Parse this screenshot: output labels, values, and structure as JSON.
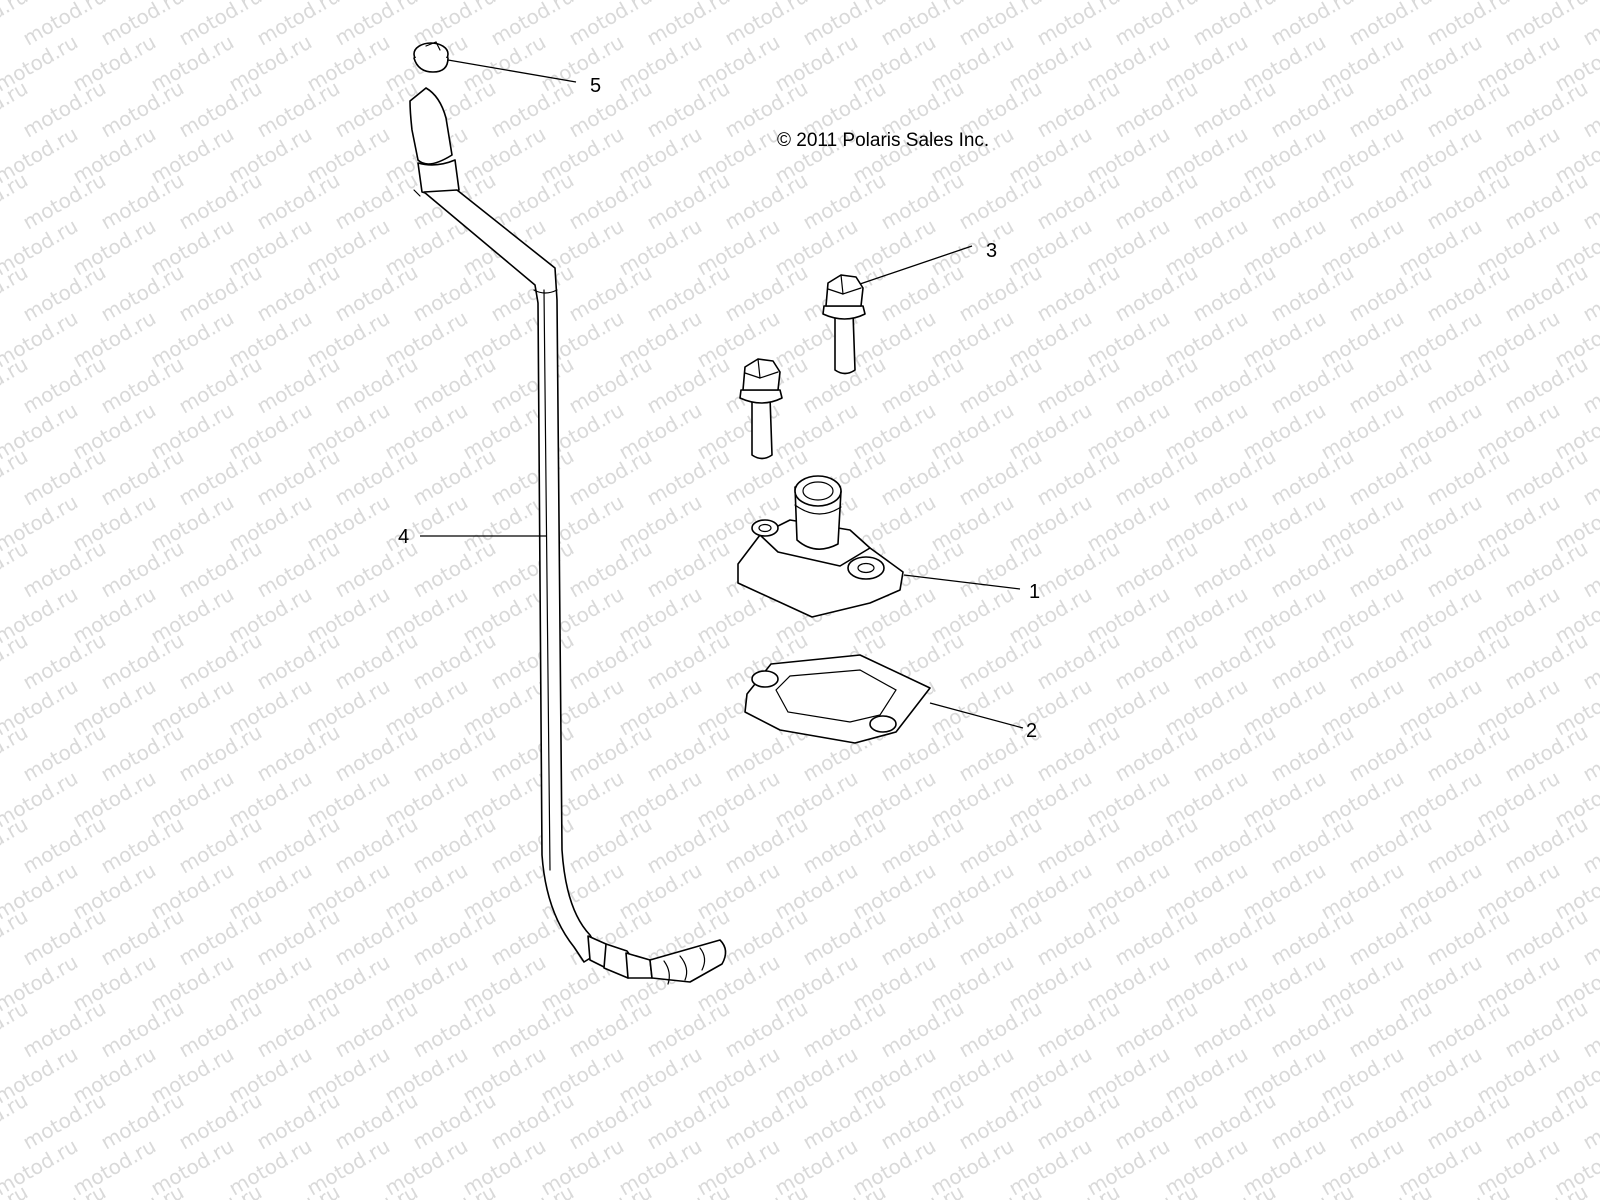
{
  "watermark": {
    "text": "motod.ru",
    "color": "#d9d9d9"
  },
  "copyright": "© 2011 Polaris Sales Inc.",
  "callouts": [
    {
      "id": "1",
      "label": "1",
      "part": "valve-cover"
    },
    {
      "id": "2",
      "label": "2",
      "part": "gasket"
    },
    {
      "id": "3",
      "label": "3",
      "part": "bolt"
    },
    {
      "id": "4",
      "label": "4",
      "part": "breather-hose"
    },
    {
      "id": "5",
      "label": "5",
      "part": "hose-clamp"
    }
  ]
}
